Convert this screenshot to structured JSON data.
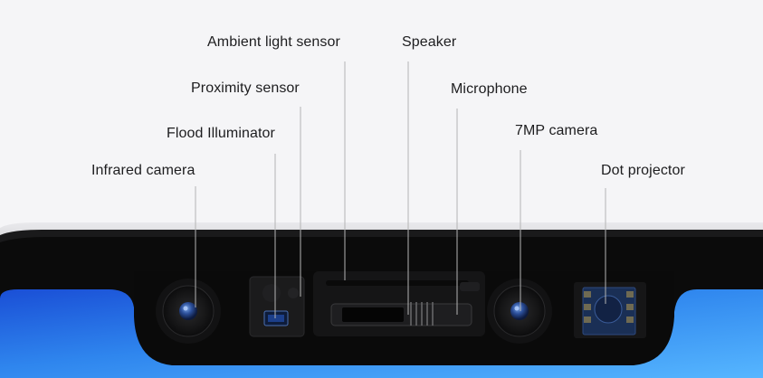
{
  "labels": {
    "ambient_light_sensor": "Ambient light sensor",
    "speaker": "Speaker",
    "proximity_sensor": "Proximity sensor",
    "microphone": "Microphone",
    "flood_illuminator": "Flood Illuminator",
    "camera_7mp": "7MP camera",
    "infrared_camera": "Infrared camera",
    "dot_projector": "Dot projector"
  },
  "colors": {
    "background": "#f5f5f7",
    "text": "#1d1d1f",
    "leader_line": "#b4b4b4",
    "bezel": "#0b0b0b",
    "frame_silver": "#c8c8cc",
    "screen_blue": "#2d8cf0"
  }
}
